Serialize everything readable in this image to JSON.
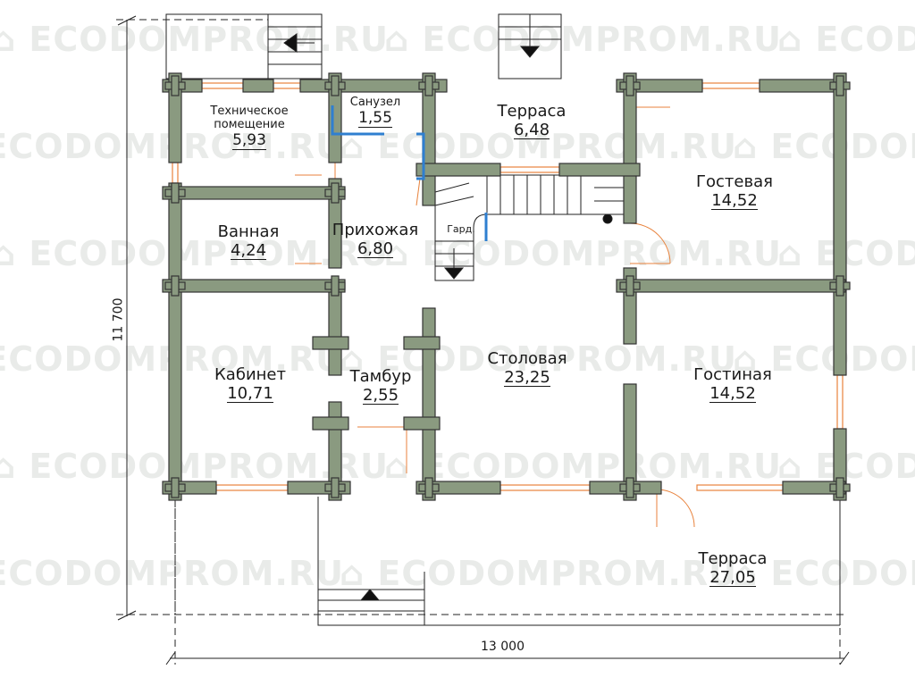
{
  "watermark": "ECODOMPROM.RU",
  "colors": {
    "wall": "#8a9a80",
    "wall_stroke": "#333333",
    "window": "#e8823c",
    "door": "#e8823c",
    "glass": "#2f7fd0"
  },
  "rooms": {
    "tech": {
      "name": "Техническое помещение",
      "area": "5,93"
    },
    "wc": {
      "name": "Санузел",
      "area": "1,55"
    },
    "terrace_top": {
      "name": "Терраса",
      "area": "6,48"
    },
    "guest": {
      "name": "Гостевая",
      "area": "14,52"
    },
    "bath": {
      "name": "Ванная",
      "area": "4,24"
    },
    "hall": {
      "name": "Прихожая",
      "area": "6,80"
    },
    "wardrobe": {
      "name": "Гард."
    },
    "office": {
      "name": "Кабинет",
      "area": "10,71"
    },
    "vestibule": {
      "name": "Тамбур",
      "area": "2,55"
    },
    "dining": {
      "name": "Столовая",
      "area": "23,25"
    },
    "living": {
      "name": "Гостиная",
      "area": "14,52"
    },
    "terrace_bottom": {
      "name": "Терраса",
      "area": "27,05"
    }
  },
  "dimensions": {
    "width": "13 000",
    "height": "11 700"
  }
}
